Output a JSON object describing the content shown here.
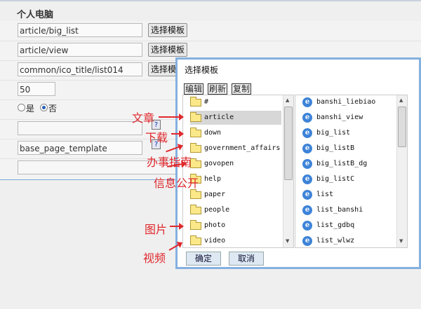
{
  "section": {
    "title": "个人电脑"
  },
  "form": {
    "template_button_label": "选择模板",
    "help_icon_label": "?",
    "fields": [
      "article/big_list",
      "article/view",
      "common/ico_title/list014",
      "50"
    ],
    "radio": {
      "yes_label": "是",
      "no_label": "否"
    },
    "field_base_template": "base_page_template"
  },
  "dialog": {
    "title": "选择模板",
    "toolbar": {
      "edit": "编辑",
      "refresh": "刷新",
      "copy": "复制"
    },
    "folders": [
      "#",
      "article",
      "down",
      "government_affairs",
      "govopen",
      "help",
      "paper",
      "people",
      "photo",
      "video"
    ],
    "files": [
      "banshi_liebiao",
      "banshi_view",
      "big_list",
      "big_listB",
      "big_listB_dg",
      "big_listC",
      "list",
      "list_banshi",
      "list_gdbq",
      "list_wlwz"
    ],
    "ok_label": "确定",
    "cancel_label": "取消"
  },
  "annotations": [
    "文章",
    "下载",
    "办事指南",
    "信息公开",
    "图片",
    "视频"
  ],
  "colors": {
    "annotation": "#e0282d",
    "dialog_border": "#85b0df"
  }
}
